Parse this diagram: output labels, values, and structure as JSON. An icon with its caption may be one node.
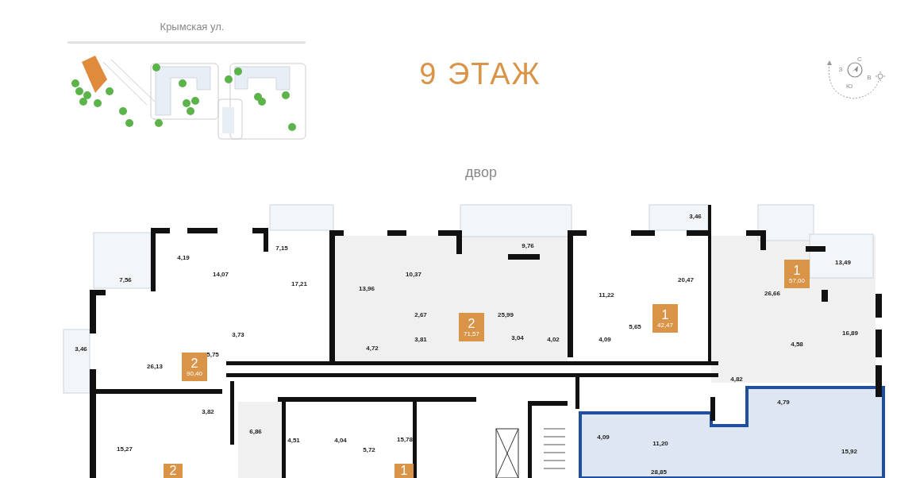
{
  "diagram": {
    "title": "9 ЭТАЖ",
    "nodes": [
      {
        "text": [
          "2",
          "90,40"
        ]
      },
      {
        "text": [
          "2",
          "71,57"
        ]
      },
      {
        "text": [
          "1",
          "42,47"
        ]
      },
      {
        "text": [
          "1",
          "57,00"
        ]
      },
      {
        "text": [
          "2"
        ]
      },
      {
        "text": [
          "1"
        ]
      }
    ],
    "labels": [
      "Крымская ул.",
      "С",
      "З",
      "В",
      "Ю",
      "двор",
      "3,46",
      "7,15",
      "4,19",
      "14,07",
      "9,76",
      "10,37",
      "13,49",
      "7,56",
      "17,21",
      "20,47",
      "13,96",
      "26,66",
      "11,22",
      "16,89",
      "3,73",
      "2,67",
      "25,99",
      "5,65",
      "3,81",
      "4,58",
      "3,46",
      "5,75",
      "4,72",
      "3,04",
      "4,02",
      "4,09",
      "26,13",
      "4,82",
      "4,79",
      "3,82",
      "6,86",
      "4,51",
      "4,04",
      "5,72",
      "15,78",
      "15,27",
      "4,09",
      "11,20",
      "15,92",
      "28,85"
    ]
  }
}
